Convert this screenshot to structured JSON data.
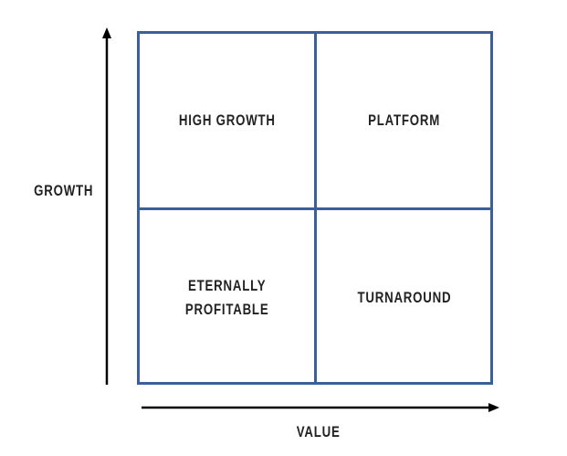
{
  "quadrants": {
    "top_left": "HIGH GROWTH",
    "top_right": "PLATFORM",
    "bottom_left_line1": "ETERNALLY",
    "bottom_left_line2": "PROFITABLE",
    "bottom_right": "TURNAROUND"
  },
  "axes": {
    "y_label": "GROWTH",
    "x_label": "VALUE"
  },
  "colors": {
    "grid": "#3a5f9a",
    "arrow": "#000000"
  }
}
